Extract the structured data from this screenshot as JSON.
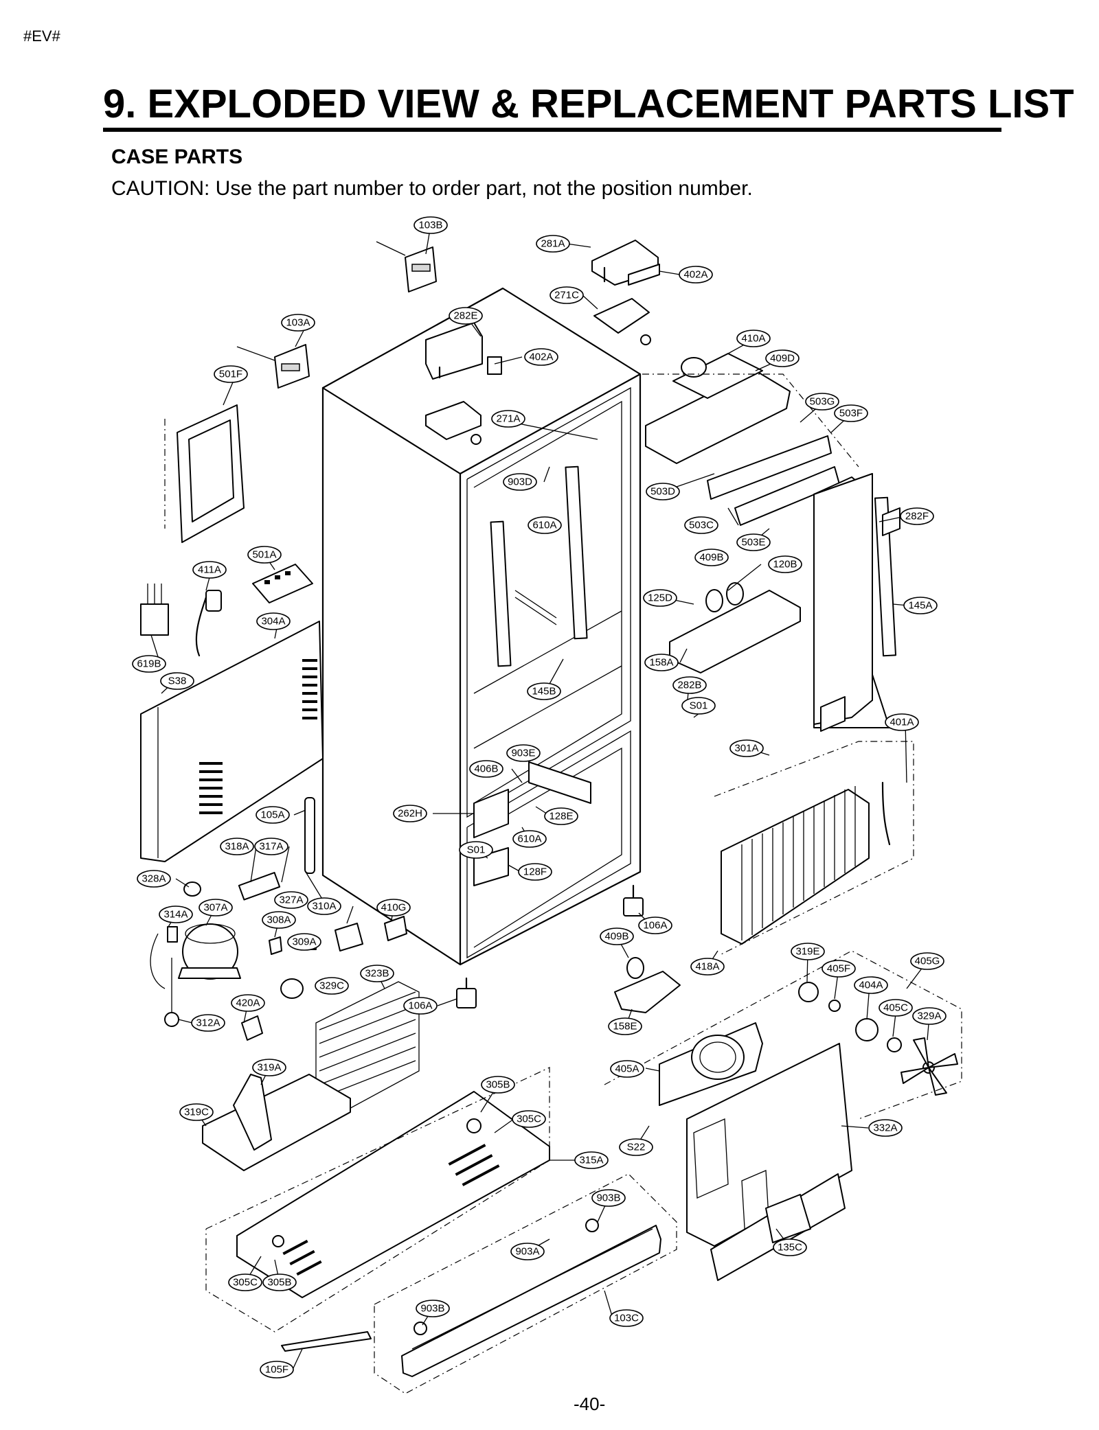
{
  "header": {
    "doc_tag": "#EV#",
    "title": "9. EXPLODED VIEW & REPLACEMENT PARTS LIST",
    "section": "CASE PARTS",
    "caution": "CAUTION: Use the part number to order part, not the position number."
  },
  "footer": {
    "page_number": "-40-"
  },
  "callouts": [
    "103B",
    "281A",
    "402A",
    "271C",
    "282E",
    "103A",
    "402A",
    "410A",
    "409D",
    "501F",
    "503G",
    "503F",
    "271A",
    "903D",
    "503D",
    "610A",
    "503C",
    "282F",
    "503E",
    "501A",
    "411A",
    "409B",
    "120B",
    "125D",
    "145A",
    "304A",
    "158A",
    "619B",
    "S38",
    "282B",
    "145B",
    "S01",
    "401A",
    "301A",
    "903E",
    "406B",
    "262H",
    "128E",
    "105A",
    "610A",
    "318A",
    "317A",
    "S01",
    "128F",
    "328A",
    "327A",
    "310A",
    "410G",
    "106A",
    "314A",
    "307A",
    "308A",
    "409B",
    "309A",
    "418A",
    "319E",
    "405F",
    "405G",
    "329C",
    "323B",
    "404A",
    "420A",
    "106A",
    "405C",
    "329A",
    "312A",
    "158E",
    "319A",
    "405A",
    "305B",
    "319C",
    "305C",
    "332A",
    "S22",
    "315A",
    "903B",
    "903A",
    "135C",
    "305C",
    "305B",
    "903B",
    "103C",
    "105F"
  ]
}
